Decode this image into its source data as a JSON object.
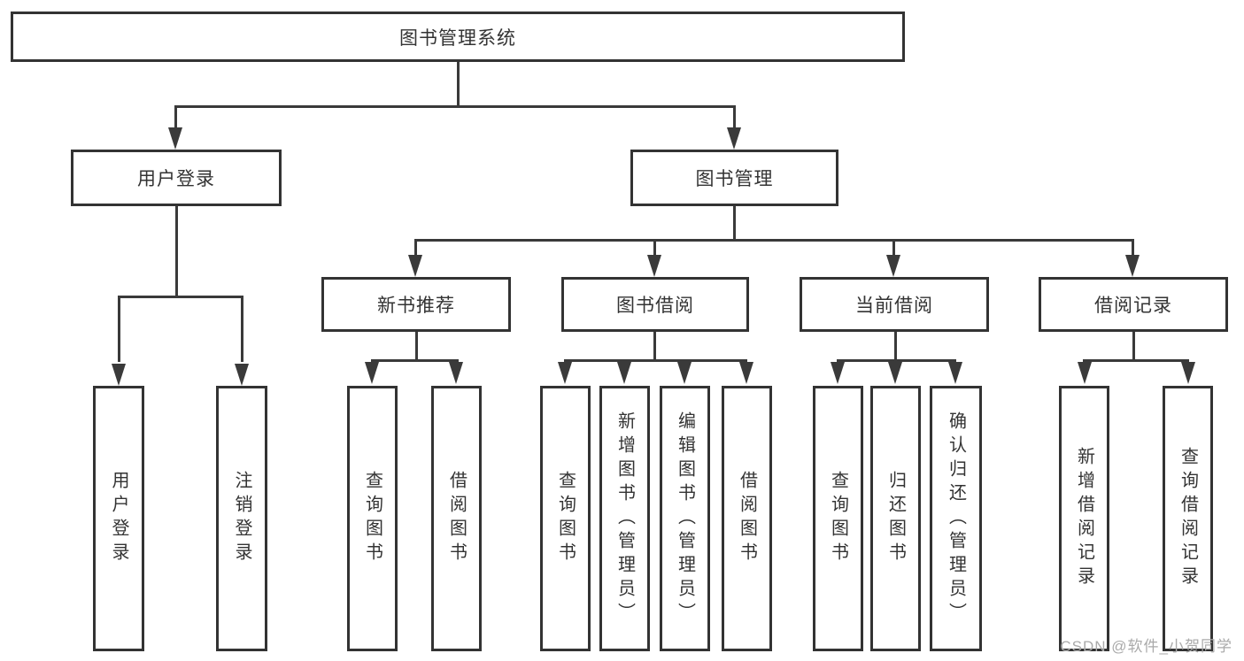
{
  "diagram": {
    "root": {
      "label": "图书管理系统"
    },
    "branches": [
      {
        "label": "用户登录",
        "children": [
          {
            "label": "用户登录"
          },
          {
            "label": "注销登录"
          }
        ]
      },
      {
        "label": "图书管理",
        "children": [
          {
            "label": "新书推荐",
            "children": [
              {
                "label": "查询图书"
              },
              {
                "label": "借阅图书"
              }
            ]
          },
          {
            "label": "图书借阅",
            "children": [
              {
                "label": "查询图书"
              },
              {
                "label": "新增图书（管理员）"
              },
              {
                "label": "编辑图书（管理员）"
              },
              {
                "label": "借阅图书"
              }
            ]
          },
          {
            "label": "当前借阅",
            "children": [
              {
                "label": "查询图书"
              },
              {
                "label": "归还图书"
              },
              {
                "label": "确认归还（管理员）"
              }
            ]
          },
          {
            "label": "借阅记录",
            "children": [
              {
                "label": "新增借阅记录"
              },
              {
                "label": "查询借阅记录"
              }
            ]
          }
        ]
      }
    ]
  },
  "watermark": "CSDN @软件_小贺同学",
  "colors": {
    "line": "#3a3a3a",
    "box_border": "#333333",
    "text": "#333333",
    "background": "#ffffff",
    "watermark": "#aaaaaa"
  }
}
